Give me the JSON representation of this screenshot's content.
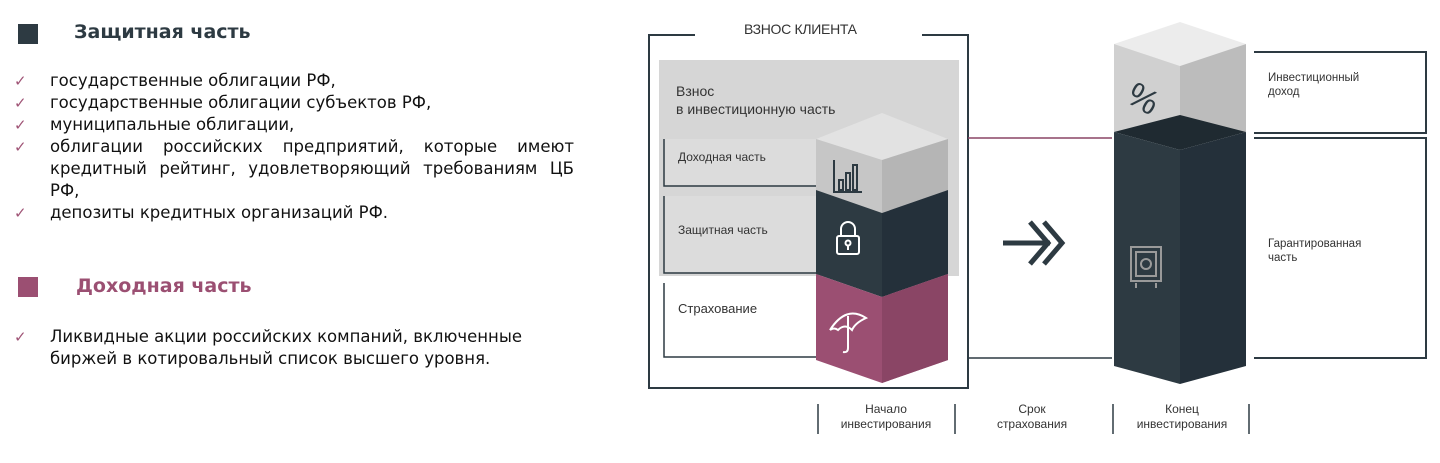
{
  "left": {
    "protect_title": "Защитная часть",
    "protect_items": [
      "государственные облигации РФ,",
      "государственные облигации субъектов РФ,",
      "муниципальные облигации,",
      "облигации российских предприятий, которые имеют кредитный рейтинг, удовлетворяющий требованиям ЦБ РФ,",
      "депозиты кредитных организаций РФ."
    ],
    "income_title": "Доходная часть",
    "income_items": [
      "Ликвидные акции российских компаний, включенные биржей в котировальный список высшего уровня."
    ],
    "colors": {
      "protect": "#2d3a42",
      "income": "#9b4f72",
      "check": "#a05577"
    }
  },
  "diagram": {
    "top_label": "ВЗНОС КЛИЕНТА",
    "invest_label_line1": "Взнос",
    "invest_label_line2": "в инвестиционную часть",
    "income_part": "Доходная часть",
    "protect_part": "Защитная часть",
    "insurance": "Страхование",
    "result_income_line1": "Инвестиционный",
    "result_income_line2": "доход",
    "result_guaranteed_line1": "Гарантированная",
    "result_guaranteed_line2": "часть",
    "percent_symbol": "%",
    "axis": [
      {
        "line1": "Начало",
        "line2": "инвестирования"
      },
      {
        "line1": "Срок",
        "line2": "страхования"
      },
      {
        "line1": "Конец",
        "line2": "инвестирования"
      }
    ],
    "icons": [
      "bar-chart-icon",
      "padlock-icon",
      "umbrella-icon",
      "safe-icon",
      "double-chevron-arrow-icon",
      "percent-icon"
    ],
    "colors": {
      "dark": "#2d3a42",
      "plum": "#9b4f72",
      "grey_panel": "#d6d6d6",
      "grey_cube": "#c9c9c9"
    }
  }
}
